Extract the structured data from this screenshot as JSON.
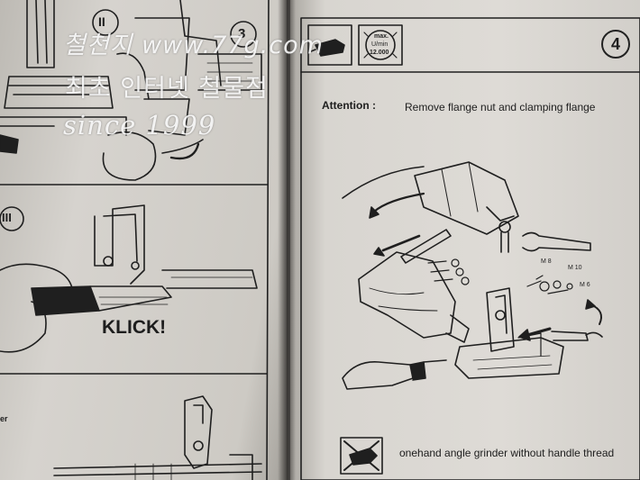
{
  "watermark": {
    "line1": "철천지 www.77g.com",
    "line2": "최초 인터넷 철물점",
    "line3": "since 1999"
  },
  "left_page": {
    "step_ii": "II",
    "step_iii": "III",
    "step_3": "3",
    "klick": "KLICK!",
    "edge_text": "er"
  },
  "right_page": {
    "step_number": "4",
    "speed_label": {
      "line1": "max.",
      "line2": "U/min",
      "line3": "12.000"
    },
    "attention_label": "Attention :",
    "attention_text": "Remove flange nut and clamping flange",
    "screw_labels": [
      "M 8",
      "M 10",
      "M 6"
    ],
    "bottom_note": "onehand angle grinder without handle thread"
  },
  "colors": {
    "ink": "#1d1d1d",
    "paper": "#dddad5",
    "watermark": "#ffffff"
  }
}
